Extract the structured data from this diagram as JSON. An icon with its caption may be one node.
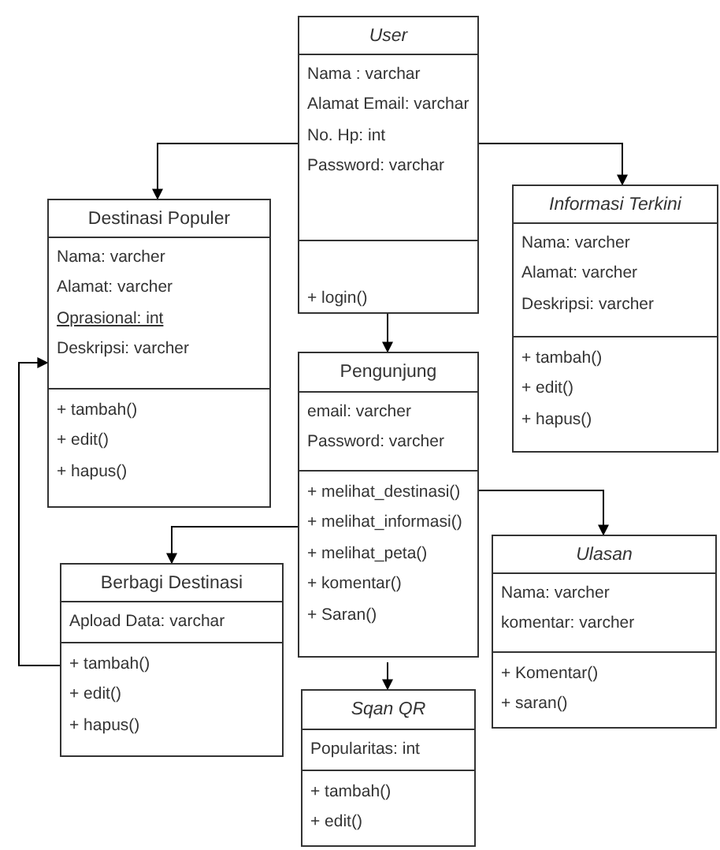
{
  "diagram": {
    "nodes": [
      {
        "text": [
          "User"
        ]
      },
      {
        "text": [
          "Nama : varchar",
          "Alamat Email: varchar",
          "No. Hp: int",
          "Password: varchar"
        ],
        "in": 0
      },
      {
        "text": [
          "+ login()"
        ],
        "in": 0
      },
      {
        "text": [
          "Destinasi Populer"
        ]
      },
      {
        "text": [
          "Nama: varcher",
          "Alamat: varcher",
          "Oprasional: int",
          "Deskripsi: varcher"
        ],
        "in": 3
      },
      {
        "text": [
          "+ tambah()",
          "+ edit()",
          "+ hapus()"
        ],
        "in": 3
      },
      {
        "text": [
          "Informasi Terkini"
        ]
      },
      {
        "text": [
          "Nama: varcher",
          "Alamat: varcher",
          "Deskripsi: varcher"
        ],
        "in": 6
      },
      {
        "text": [
          "+ tambah()",
          "+ edit()",
          "+ hapus()"
        ],
        "in": 6
      },
      {
        "text": [
          "Pengunjung"
        ]
      },
      {
        "text": [
          "email: varcher",
          "Password: varcher"
        ],
        "in": 9
      },
      {
        "text": [
          "+ melihat_destinasi()",
          "+ melihat_informasi()",
          "+ melihat_peta()",
          "+ komentar()",
          "+ Saran()"
        ],
        "in": 9
      },
      {
        "text": [
          "Berbagi Destinasi"
        ]
      },
      {
        "text": [
          "Apload Data: varchar"
        ],
        "in": 12
      },
      {
        "text": [
          "+ tambah()",
          "+ edit()",
          "+ hapus()"
        ],
        "in": 12
      },
      {
        "text": [
          "Ulasan"
        ]
      },
      {
        "text": [
          "Nama: varcher",
          "komentar: varcher"
        ],
        "in": 15
      },
      {
        "text": [
          "+ Komentar()",
          "+ saran()"
        ],
        "in": 15
      },
      {
        "text": [
          "Sqan QR"
        ]
      },
      {
        "text": [
          "Popularitas: int"
        ],
        "in": 18
      },
      {
        "text": [
          "+ tambah()",
          "+ edit()"
        ],
        "in": 18
      }
    ],
    "edges": [
      {
        "from": 0,
        "to": 3,
        "arrow": "to"
      },
      {
        "from": 0,
        "to": 6,
        "arrow": "to"
      },
      {
        "from": 0,
        "to": 9,
        "arrow": "to"
      },
      {
        "from": 9,
        "to": 15,
        "arrow": "to"
      },
      {
        "from": 9,
        "to": 12,
        "arrow": "to"
      },
      {
        "from": 9,
        "to": 18,
        "arrow": "to"
      },
      {
        "from": 12,
        "to": 3,
        "arrow": "to"
      }
    ]
  }
}
